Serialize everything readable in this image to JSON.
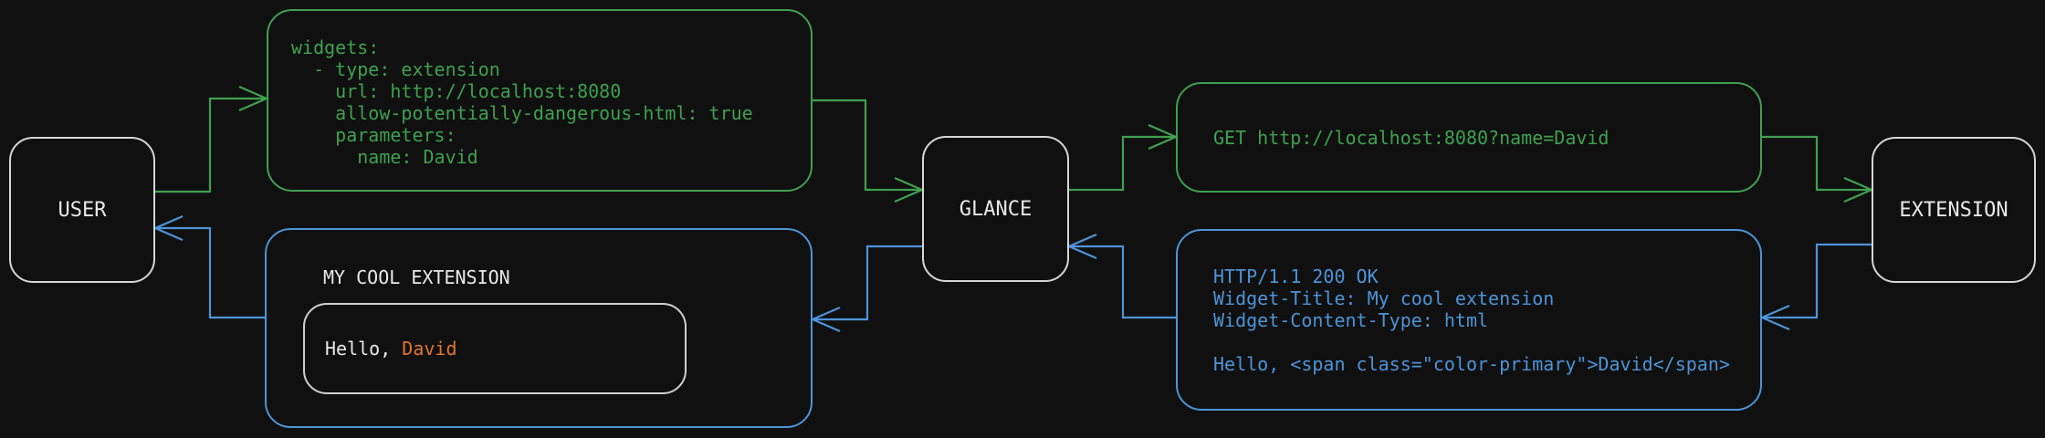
{
  "colors": {
    "background": "#101010",
    "green": "#3fa04f",
    "blue": "#4d94d8",
    "orange": "#e2752e",
    "node_border": "#d6d6d6",
    "inner_border": "#cfcfcf",
    "text": "#e8e8e8"
  },
  "nodes": {
    "user": {
      "label": "USER"
    },
    "glance": {
      "label": "GLANCE"
    },
    "extension": {
      "label": "EXTENSION"
    }
  },
  "yaml_box": {
    "lines": [
      "widgets:",
      "  - type: extension",
      "    url: http://localhost:8080",
      "    allow-potentially-dangerous-html: true",
      "    parameters:",
      "      name: David"
    ]
  },
  "get_box": {
    "text": "GET http://localhost:8080?name=David"
  },
  "http_box": {
    "lines": [
      "HTTP/1.1 200 OK",
      "Widget-Title: My cool extension",
      "Widget-Content-Type: html",
      "",
      "Hello, <span class=\"color-primary\">David</span>"
    ]
  },
  "widget_box": {
    "title": "MY COOL EXTENSION",
    "hello_prefix": "Hello, ",
    "hello_name": "David"
  }
}
